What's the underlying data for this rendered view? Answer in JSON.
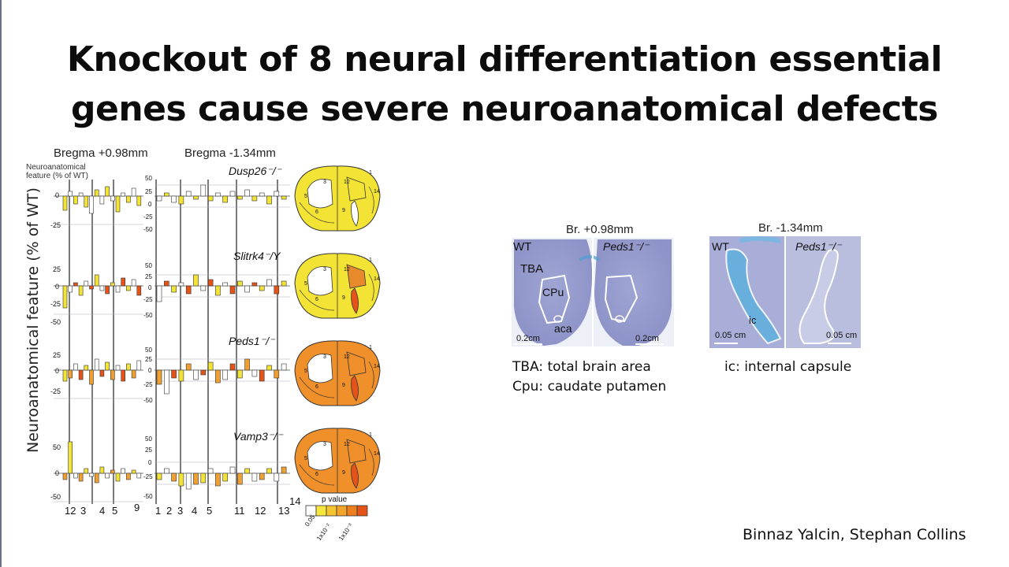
{
  "title_line1": "Knockout of 8 neural differentiation essential",
  "title_line2": "genes cause severe neuroanatomical defects",
  "left_figure": {
    "y_axis_label": "Neuroanatomical feature (% of WT)",
    "small_y_label_1": "Neuroanatomical",
    "small_y_label_2": "feature (% of WT)",
    "bregma_left": "Bregma +0.98mm",
    "bregma_right": "Bregma -1.34mm",
    "genes": [
      "Dusp26⁻/⁻",
      "Slitrk4⁻/Y",
      "Peds1⁻/⁻",
      "Vamp3⁻/⁻"
    ],
    "panels": [
      {
        "left_ticks": [
          "0",
          "-25"
        ],
        "right_ticks": [
          "50",
          "25",
          "0",
          "-25",
          "-50"
        ]
      },
      {
        "left_ticks": [
          "25",
          "0",
          "-25",
          "-50"
        ],
        "right_ticks": [
          "50",
          "25",
          "0",
          "-25",
          "-50"
        ]
      },
      {
        "left_ticks": [
          "25",
          "0",
          "-25"
        ],
        "right_ticks": [
          "50",
          "25",
          "0",
          "-25",
          "-50"
        ]
      },
      {
        "left_ticks": [
          "50",
          "0",
          "-50"
        ],
        "right_ticks": [
          "50",
          "25",
          "0",
          "-25",
          "-50"
        ]
      }
    ],
    "x_groups_left": [
      "12",
      "3",
      "4",
      "5",
      "9"
    ],
    "x_groups_right": [
      "1",
      "2",
      "3",
      "4",
      "5",
      "11",
      "12",
      "13"
    ],
    "extra_label": "14",
    "p_value_label": "p value",
    "p_value_ticks": [
      "0.05",
      "1x10⁻²",
      "1x10⁻³"
    ],
    "p_value_colors": [
      "#ffffff",
      "#f6e53c",
      "#f5c531",
      "#f3a42a",
      "#ee7f1f",
      "#e4541a"
    ],
    "region_numbers": [
      "1",
      "3",
      "5",
      "6",
      "9",
      "12",
      "14"
    ],
    "brain_colors": [
      "#f3e335",
      "#f3e335",
      "#f0902a",
      "#f0902a"
    ],
    "accent_color": "#e8742a"
  },
  "histology": {
    "panel1_header": "Br. +0.98mm",
    "panel1_wt": "WT",
    "panel1_ko": "Peds1⁻/⁻",
    "tba": "TBA",
    "cpu": "CPu",
    "aca": "aca",
    "scale1_left": "0.2cm",
    "scale1_right": "0.2cm",
    "panel2_header": "Br. -1.34mm",
    "panel2_wt": "WT",
    "panel2_ko": "Peds1⁻/⁻",
    "ic": "ic",
    "scale2_left": "0.05 cm",
    "scale2_right": "0.05 cm"
  },
  "captions": {
    "tba": "TBA: total brain area",
    "cpu": "Cpu: caudate putamen",
    "ic": "ic: internal capsule"
  },
  "credit": "Binnaz Yalcin, Stephan Collins"
}
